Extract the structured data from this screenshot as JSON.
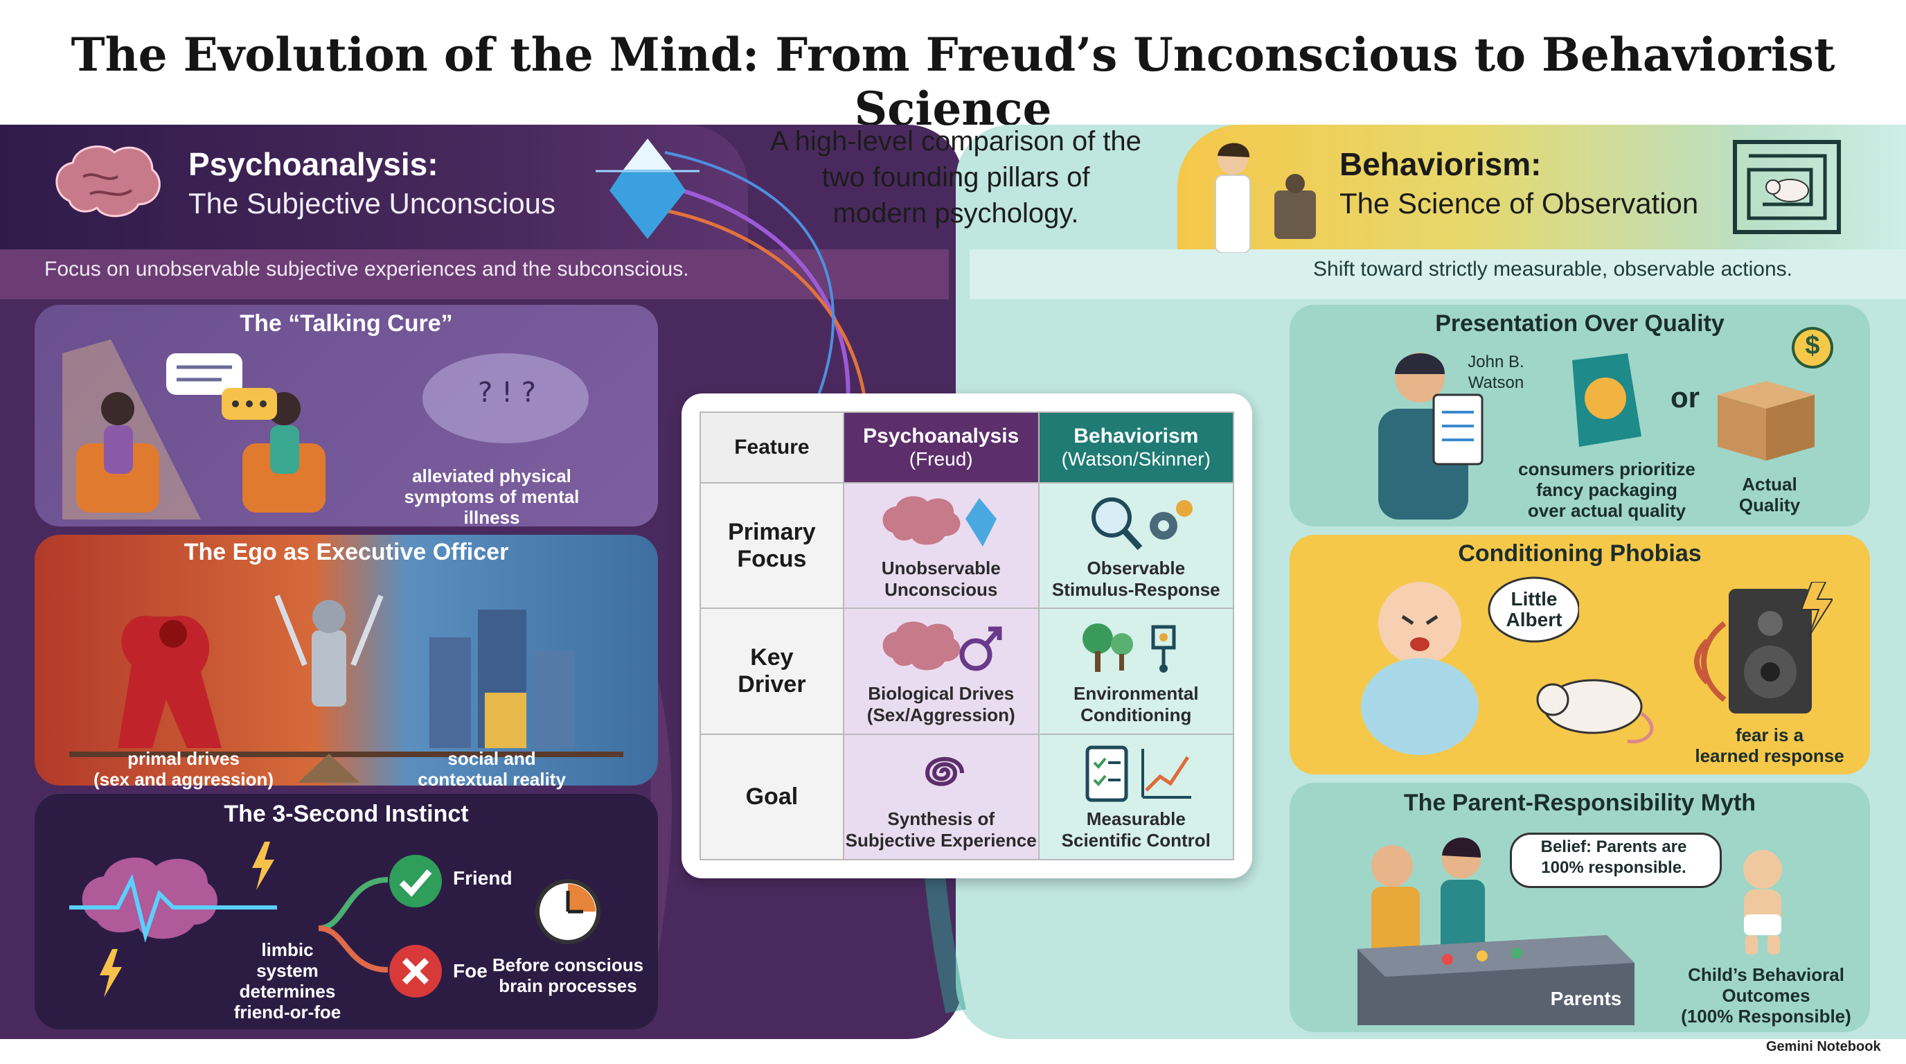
{
  "title": "The Evolution of the Mind: From Freud’s Unconscious to Behaviorist Science",
  "subtitle_lines": [
    "A high-level comparison of the",
    "two founding pillars of",
    "modern psychology."
  ],
  "psychoanalysis": {
    "heading": "Psychoanalysis:",
    "subheading": "The Subjective Unconscious",
    "focus": "Focus on unobservable subjective experiences and the subconscious.",
    "talking_cure": {
      "title": "The “Talking Cure”",
      "caption_lines": [
        "alleviated physical",
        "symptoms of mental illness"
      ]
    },
    "ego": {
      "title": "The Ego as Executive Officer",
      "left_caption_lines": [
        "primal drives",
        "(sex and aggression)"
      ],
      "right_caption_lines": [
        "social and",
        "contextual reality"
      ]
    },
    "instinct": {
      "title": "The 3-Second Instinct",
      "friend": "Friend",
      "foe": "Foe",
      "limbic_lines": [
        "limbic",
        "system",
        "determines",
        "friend-or-foe"
      ],
      "before_lines": [
        "Before conscious",
        "brain processes"
      ]
    }
  },
  "behaviorism": {
    "heading": "Behaviorism:",
    "subheading": "The Science of Observation",
    "focus": "Shift toward strictly measurable, observable actions.",
    "presentation": {
      "title": "Presentation Over Quality",
      "watson_lines": [
        "John B.",
        "Watson"
      ],
      "or": "or",
      "dollar": "$",
      "packaging_lines": [
        "consumers prioritize",
        "fancy packaging",
        "over actual quality"
      ],
      "quality_lines": [
        "Actual",
        "Quality"
      ]
    },
    "phobias": {
      "title": "Conditioning Phobias",
      "albert_lines": [
        "Little",
        "Albert"
      ],
      "fear_lines": [
        "fear is a",
        "learned response"
      ]
    },
    "parent_myth": {
      "title": "The Parent-Responsibility Myth",
      "belief_lines": [
        "Belief: Parents are",
        "100% responsible."
      ],
      "parents": "Parents",
      "outcome_lines": [
        "Child’s Behavioral",
        "Outcomes",
        "(100% Responsible)"
      ]
    }
  },
  "table": {
    "headers": {
      "feature": "Feature",
      "psy_lines": [
        "Psychoanalysis",
        "(Freud)"
      ],
      "beh_lines": [
        "Behaviorism",
        "(Watson/Skinner)"
      ]
    },
    "rows": [
      {
        "feature_lines": [
          "Primary",
          "Focus"
        ],
        "psy_lines": [
          "Unobservable",
          "Unconscious"
        ],
        "beh_lines": [
          "Observable",
          "Stimulus-Response"
        ]
      },
      {
        "feature_lines": [
          "Key",
          "Driver"
        ],
        "psy_lines": [
          "Biological Drives",
          "(Sex/Aggression)"
        ],
        "beh_lines": [
          "Environmental",
          "Conditioning"
        ]
      },
      {
        "feature_lines": [
          "Goal"
        ],
        "psy_lines": [
          "Synthesis of",
          "Subjective Experience"
        ],
        "beh_lines": [
          "Measurable",
          "Scientific Control"
        ]
      }
    ]
  },
  "footer": "Gemini Notebook",
  "colors": {
    "psy_dark": "#4a2a5e",
    "psy_header": "#5c2f6b",
    "beh_teal": "#1f7b74",
    "beh_light": "#bfe6df",
    "conditioning_yellow": "#f5c84a",
    "ego_red": "#b23a2a"
  },
  "icons": [
    "brain-icon",
    "iceberg-icon",
    "magnifier-icon",
    "gears-icon",
    "tree-icon",
    "mars-icon",
    "spiral-icon",
    "clipboard-icon",
    "growth-chart-icon",
    "check-icon",
    "x-icon",
    "clock-icon",
    "lightning-icon",
    "speaker-icon",
    "rat-icon",
    "maze-icon",
    "dollar-icon",
    "box-icon",
    "baby-icon"
  ]
}
